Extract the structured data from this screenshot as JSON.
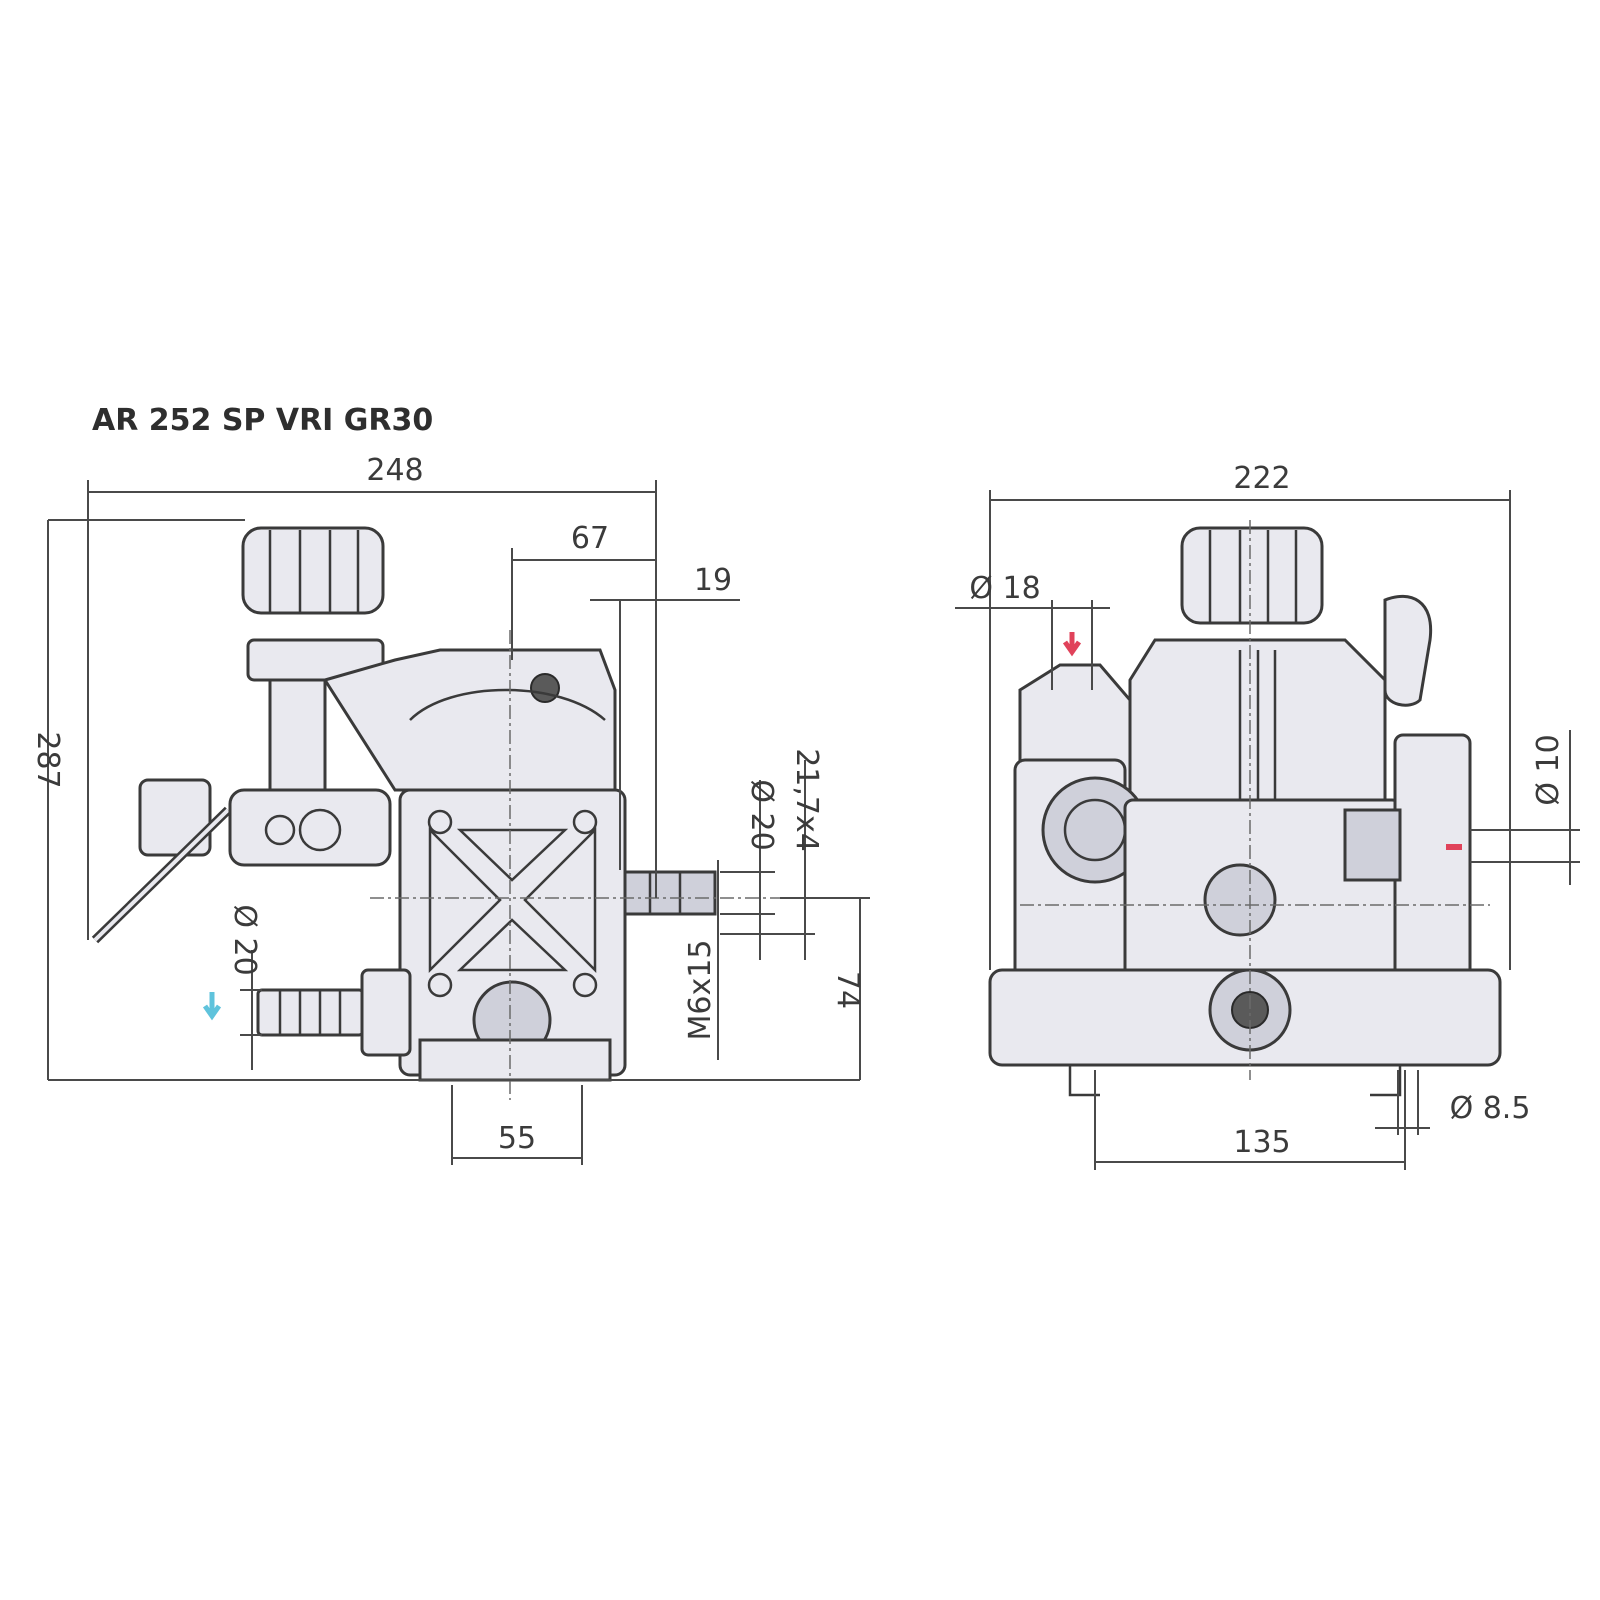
{
  "title": "AR 252  SP VRI GR30",
  "side_view": {
    "dimensions": {
      "overall_width": "248",
      "height": "287",
      "shaft_offset": "67",
      "shaft_length": "19",
      "shaft_diameter": "Ø 20",
      "keyway": "21,7x4",
      "inlet_diameter": "Ø 20",
      "mount_thread": "M6x15",
      "shaft_height": "74",
      "foot_width": "55"
    }
  },
  "front_view": {
    "dimensions": {
      "overall_width": "222",
      "inlet_diameter": "Ø 18",
      "outlet_diameter": "Ø 10",
      "hole_diameter": "Ø 8.5",
      "hole_spacing": "135"
    }
  },
  "colors": {
    "inlet_arrow": "#5fc3dc",
    "outlet_arrow": "#e0425a",
    "line": "#3a3a3a",
    "fill": "#e9e9ef"
  }
}
